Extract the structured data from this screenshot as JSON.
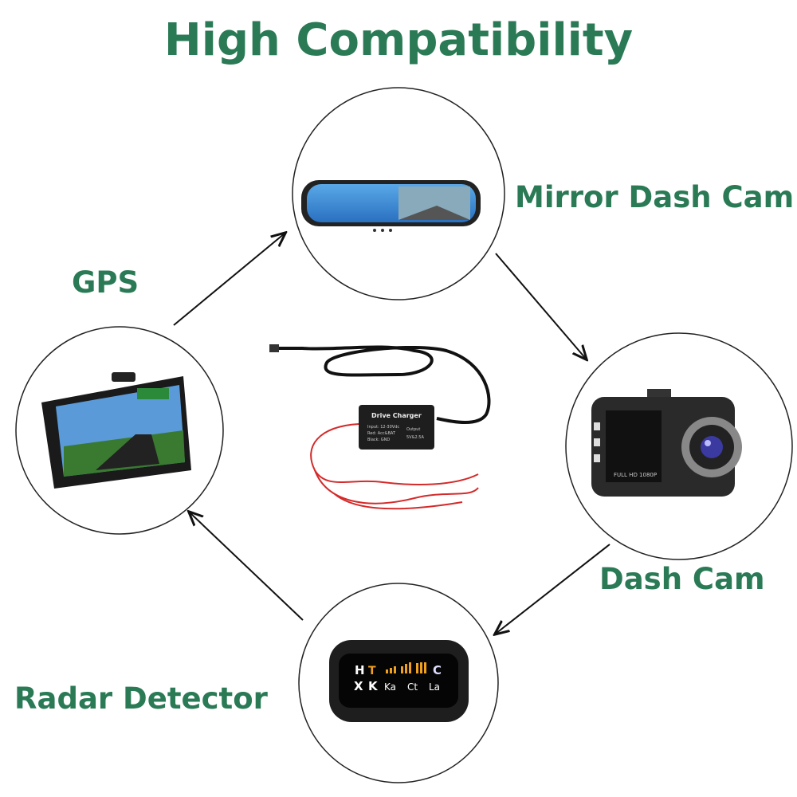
{
  "title": "High Compatibility",
  "labels": {
    "mirror": "Mirror Dash Cam",
    "gps": "GPS",
    "dash": "Dash Cam",
    "radar": "Radar Detector"
  },
  "charger": {
    "name": "Drive Charger",
    "input": "Input: 12-30Vdc",
    "red": "Red: Acc&BAT",
    "black": "Black: GND",
    "output": "Output",
    "output_value": "5V&2.5A"
  },
  "radar_display": {
    "row1": [
      "H",
      "C"
    ],
    "row2": [
      "X",
      "K",
      "Ka",
      "Ct",
      "La"
    ]
  },
  "dashcam_text": "FULL HD 1080P",
  "colors": {
    "accent": "#2a7a55",
    "wire_red": "#d42a2a",
    "orange": "#f0a020"
  }
}
